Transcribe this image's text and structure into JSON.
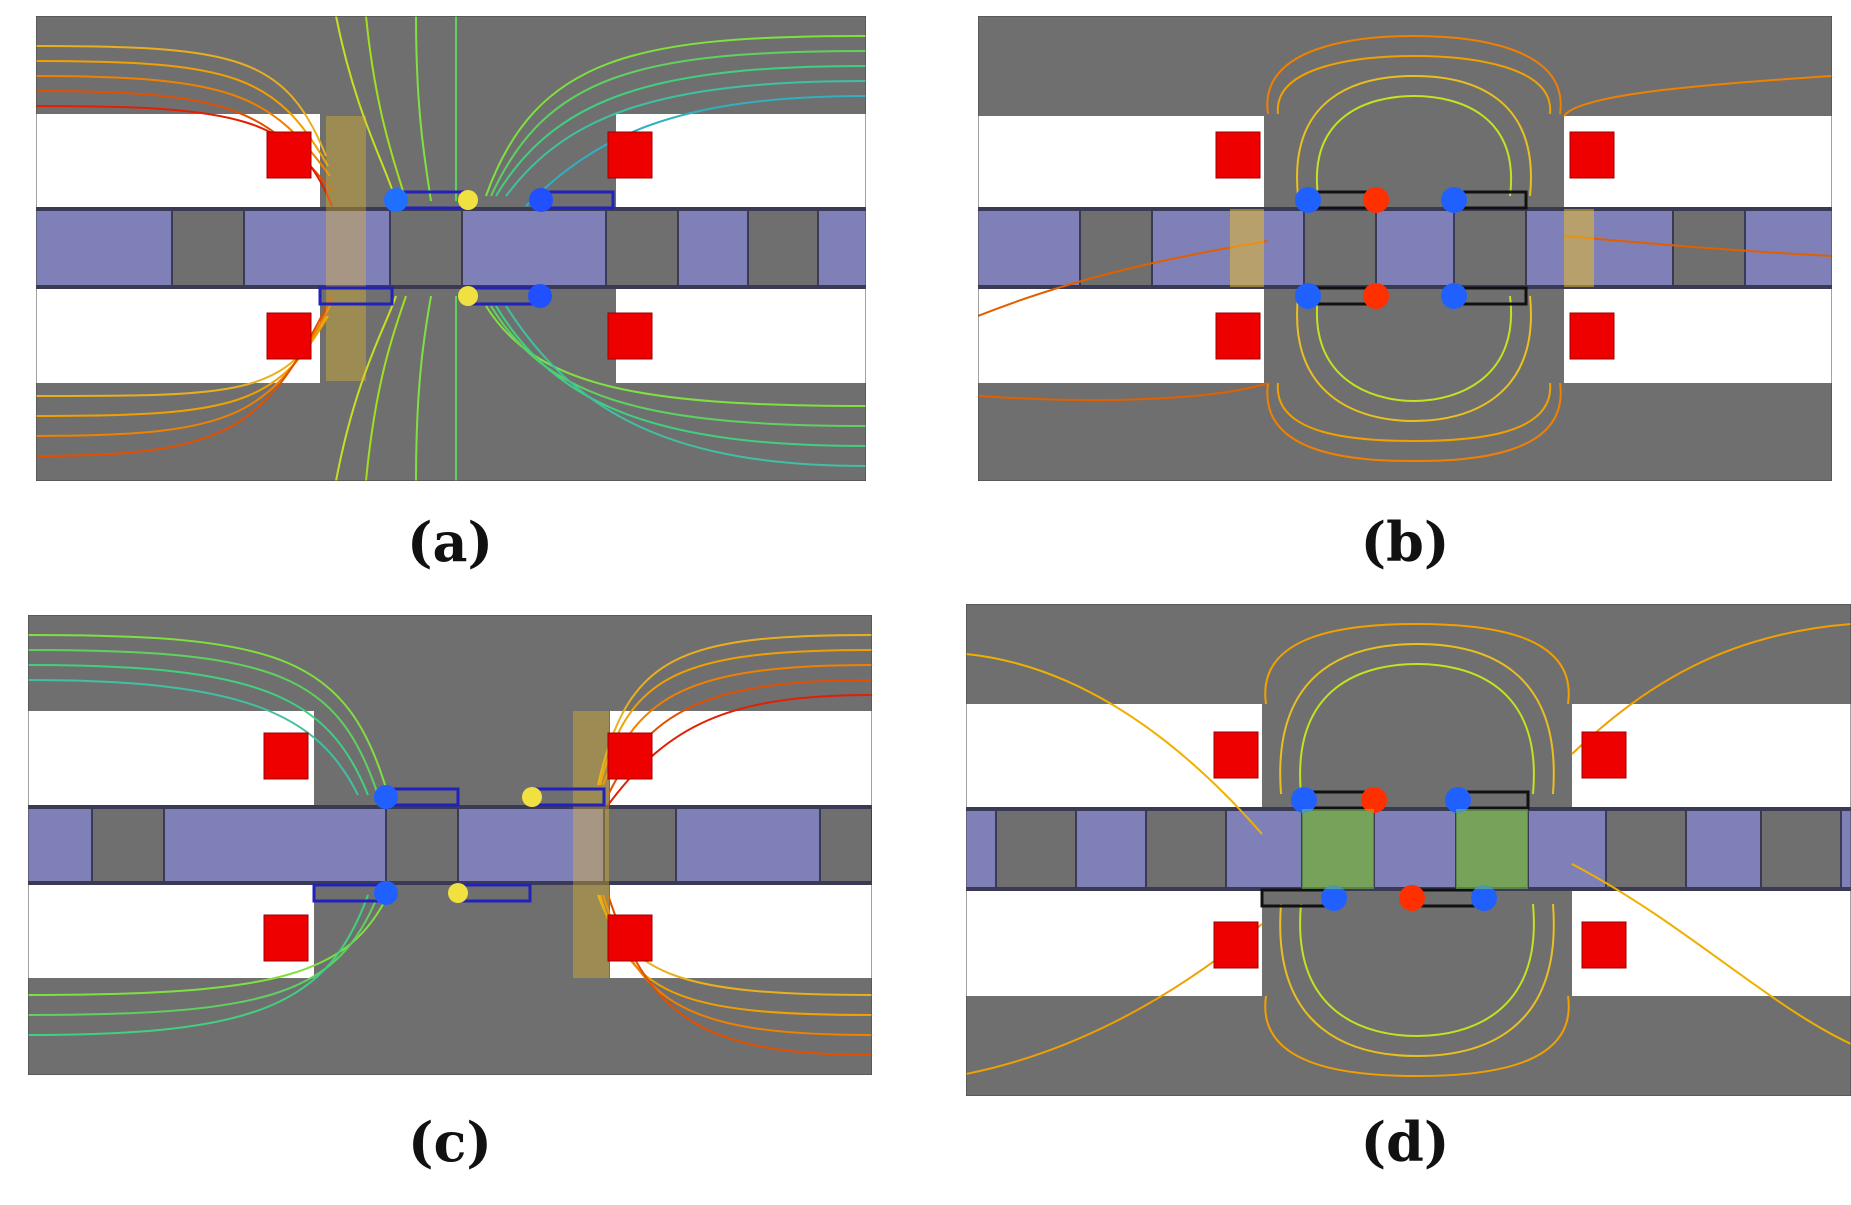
{
  "figure": {
    "panels": [
      {
        "id": "a",
        "label": "(a)"
      },
      {
        "id": "b",
        "label": "(b)"
      },
      {
        "id": "c",
        "label": "(c)"
      },
      {
        "id": "d",
        "label": "(d)"
      }
    ]
  },
  "colors": {
    "background": "#ffffff",
    "core": "#6f6f6f",
    "mover": "#8080b8",
    "coil": "#ee0000",
    "magnet": "#2222bb",
    "outline": "#3a3a55",
    "caption": "#111111"
  }
}
